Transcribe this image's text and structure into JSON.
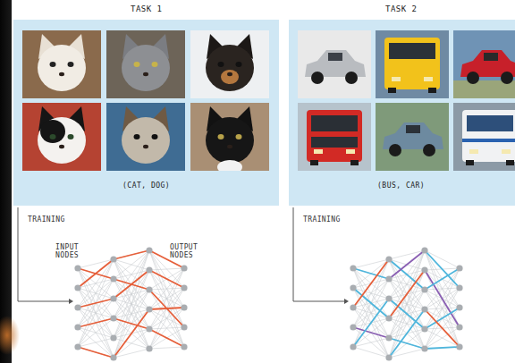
{
  "diagram": {
    "nodes": [
      {
        "text": [
          "TASK 1",
          "(CAT, DOG)"
        ]
      },
      {
        "text": [
          "TASK 2",
          "(BUS, CAR)"
        ]
      }
    ],
    "labels": [
      "TRAINING",
      "INPUT NODES",
      "OUTPUT NODES",
      "TRAINING"
    ]
  }
}
